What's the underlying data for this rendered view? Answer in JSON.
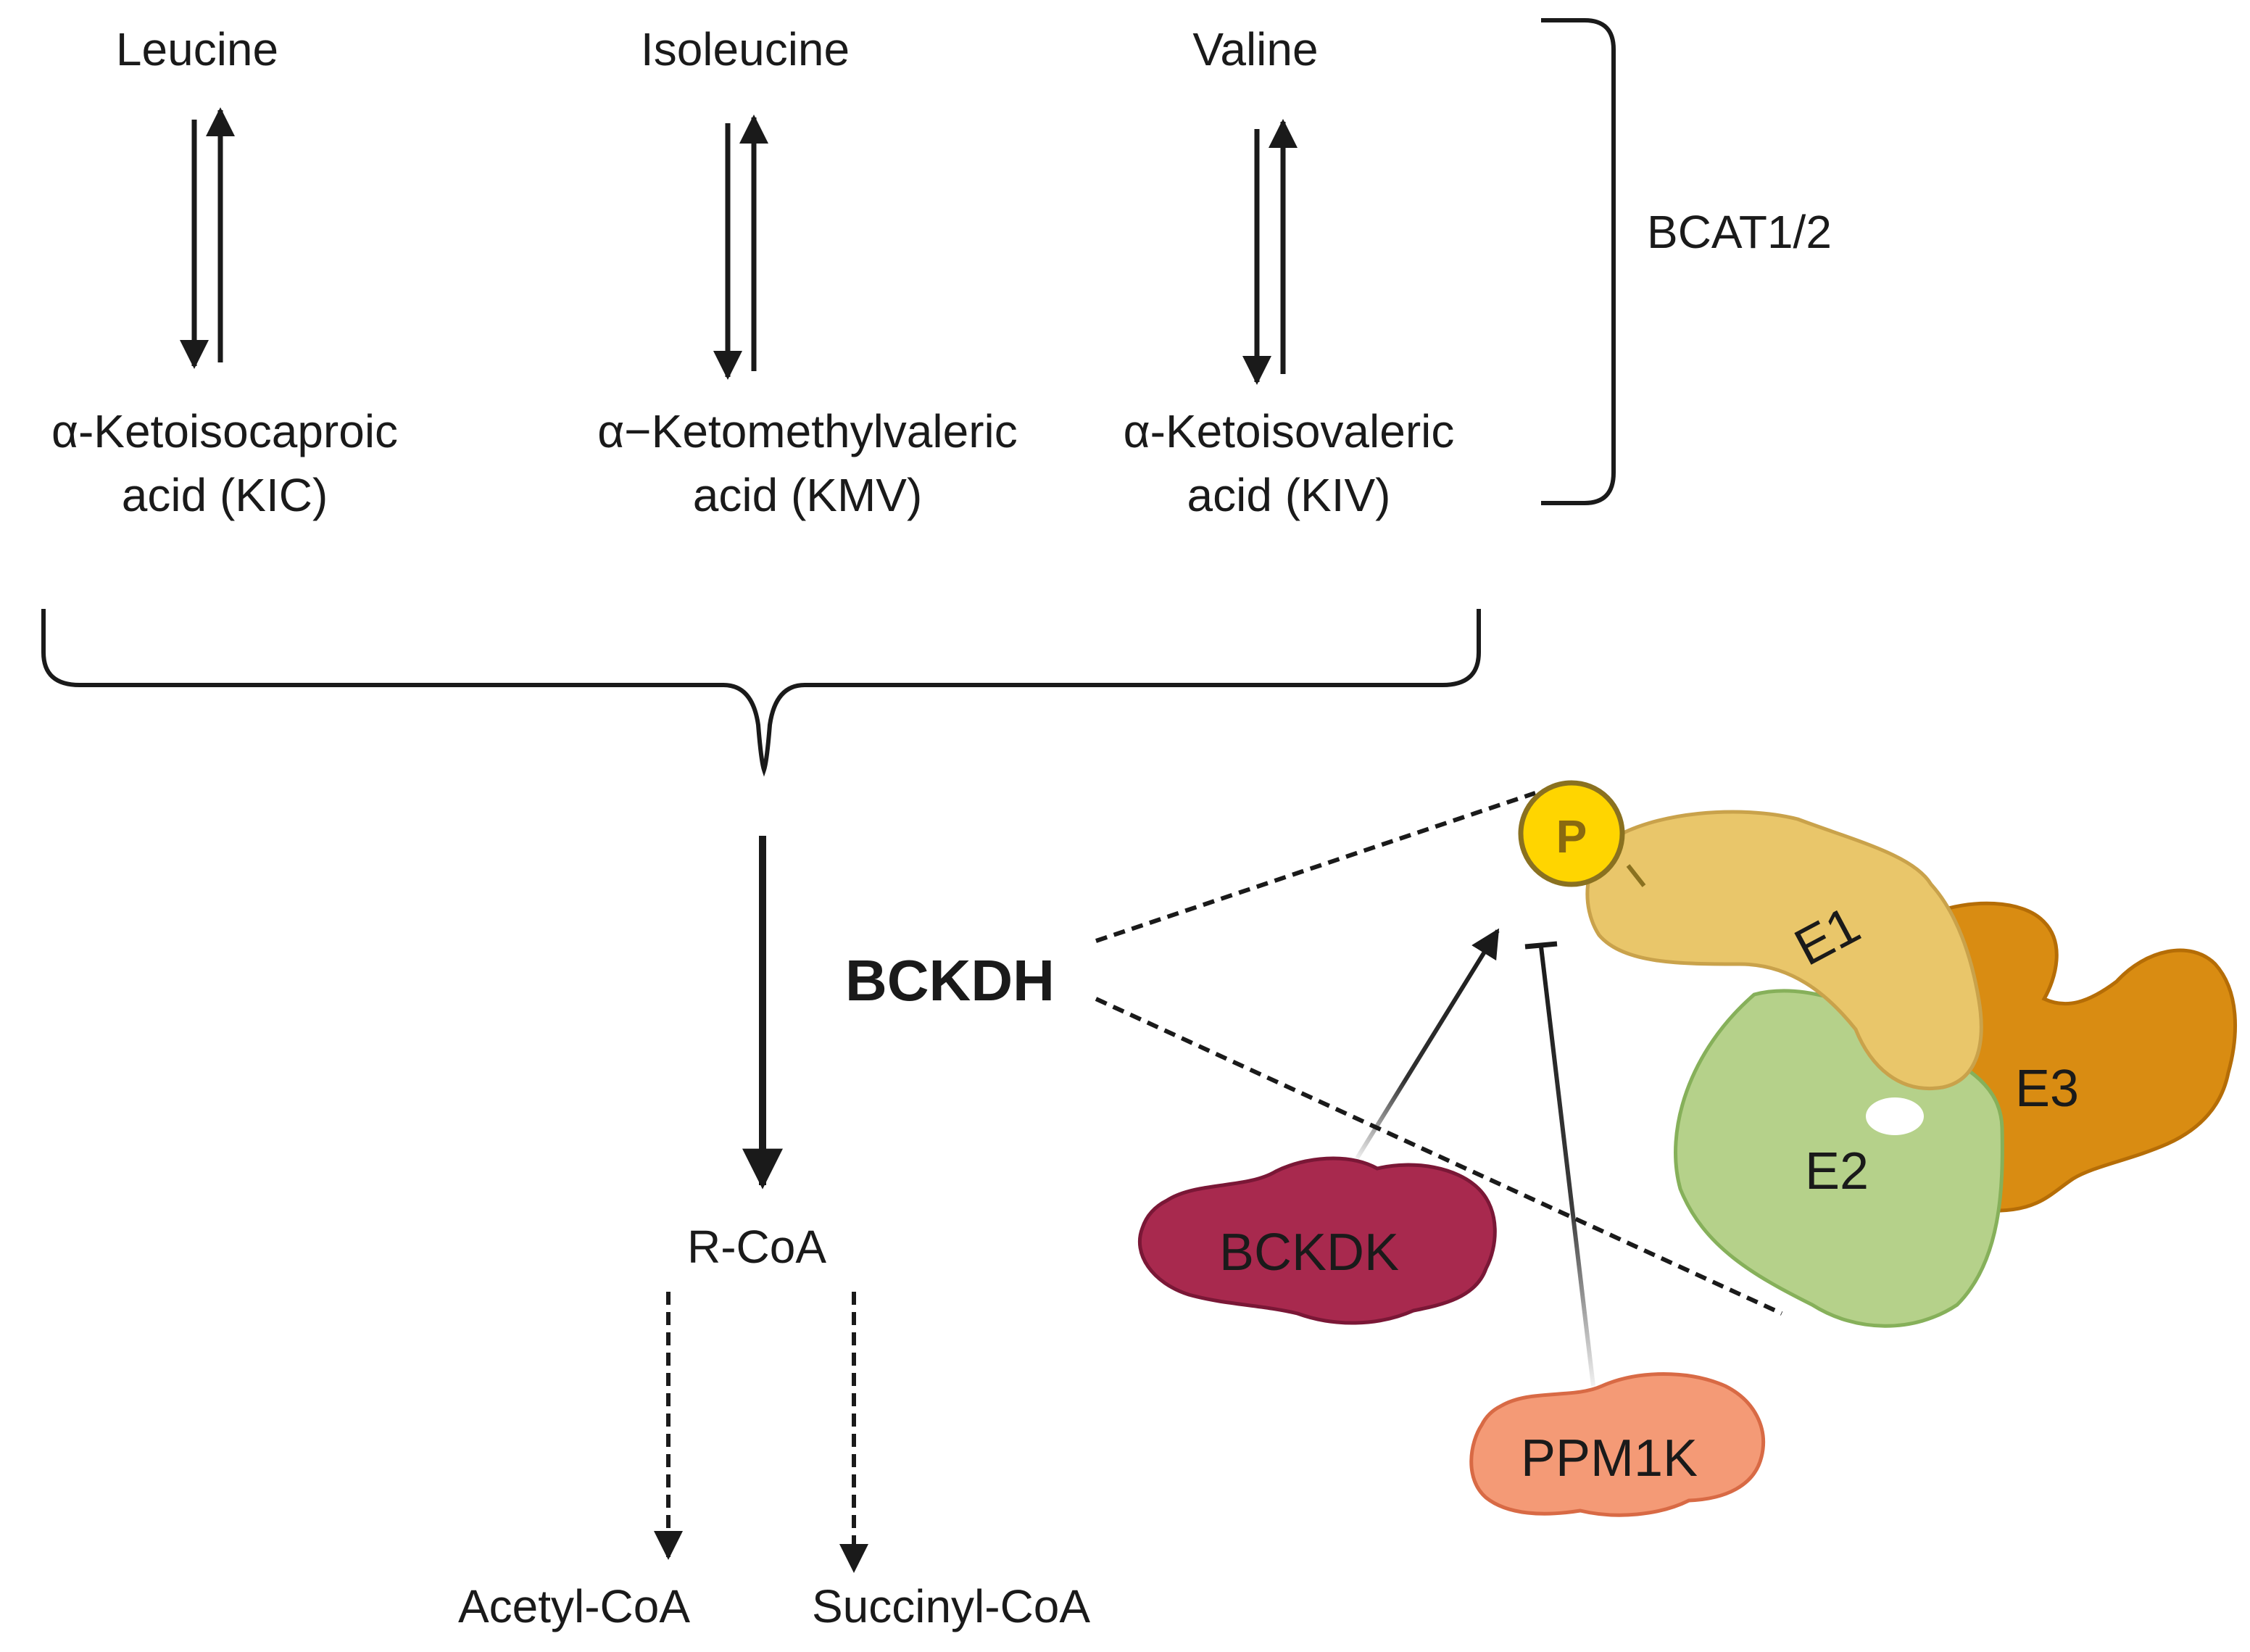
{
  "amino_acids": {
    "leucine": "Leucine",
    "isoleucine": "Isoleucine",
    "valine": "Valine"
  },
  "keto_acids": {
    "kic_line1": "α-Ketoisocaproic",
    "kic_line2": "acid (KIC)",
    "kmv_line1": "α−Ketomethylvaleric",
    "kmv_line2": "acid (KMV)",
    "kiv_line1": "α-Ketoisovaleric",
    "kiv_line2": "acid (KIV)"
  },
  "enzymes": {
    "bcat": "BCAT1/2",
    "bckdh": "BCKDH",
    "bckdk": "BCKDK",
    "ppm1k": "PPM1K"
  },
  "complex": {
    "phospho": "P",
    "e1": "E1",
    "e2": "E2",
    "e3": "E3"
  },
  "products": {
    "rcoa": "R-CoA",
    "acetyl": "Acetyl-CoA",
    "succinyl": "Succinyl-CoA"
  },
  "colors": {
    "e1": "#e9c66a",
    "e2": "#b5d18a",
    "e3": "#d98c12",
    "bckdk": "#a8294e",
    "ppm1k": "#f49a76",
    "phospho": "#ffd500"
  }
}
